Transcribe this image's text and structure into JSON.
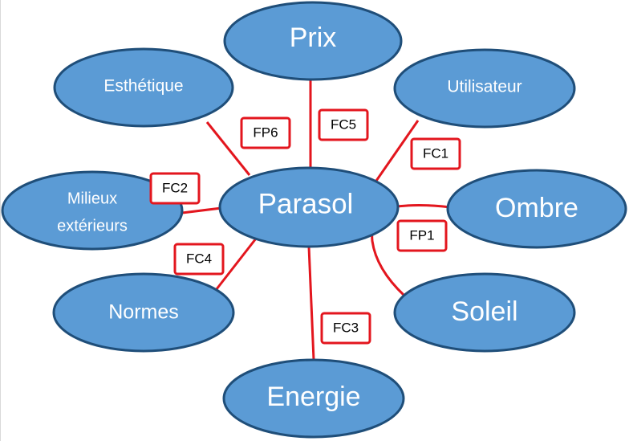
{
  "diagram": {
    "center": {
      "label": "Parasol"
    },
    "nodes": {
      "prix": "Prix",
      "esthetique": "Esthétique",
      "utilisateur": "Utilisateur",
      "milieux_line1": "Milieux",
      "milieux_line2": "extérieurs",
      "ombre": "Ombre",
      "normes": "Normes",
      "soleil": "Soleil",
      "energie": "Energie"
    },
    "tags": {
      "fp6": "FP6",
      "fc5": "FC5",
      "fc1": "FC1",
      "fc2": "FC2",
      "fp1": "FP1",
      "fc4": "FC4",
      "fc3": "FC3"
    },
    "colors": {
      "node_fill": "#5b9bd5",
      "node_border": "#1f4e79",
      "link": "#e3161e",
      "tag_border": "#e3161e"
    }
  }
}
